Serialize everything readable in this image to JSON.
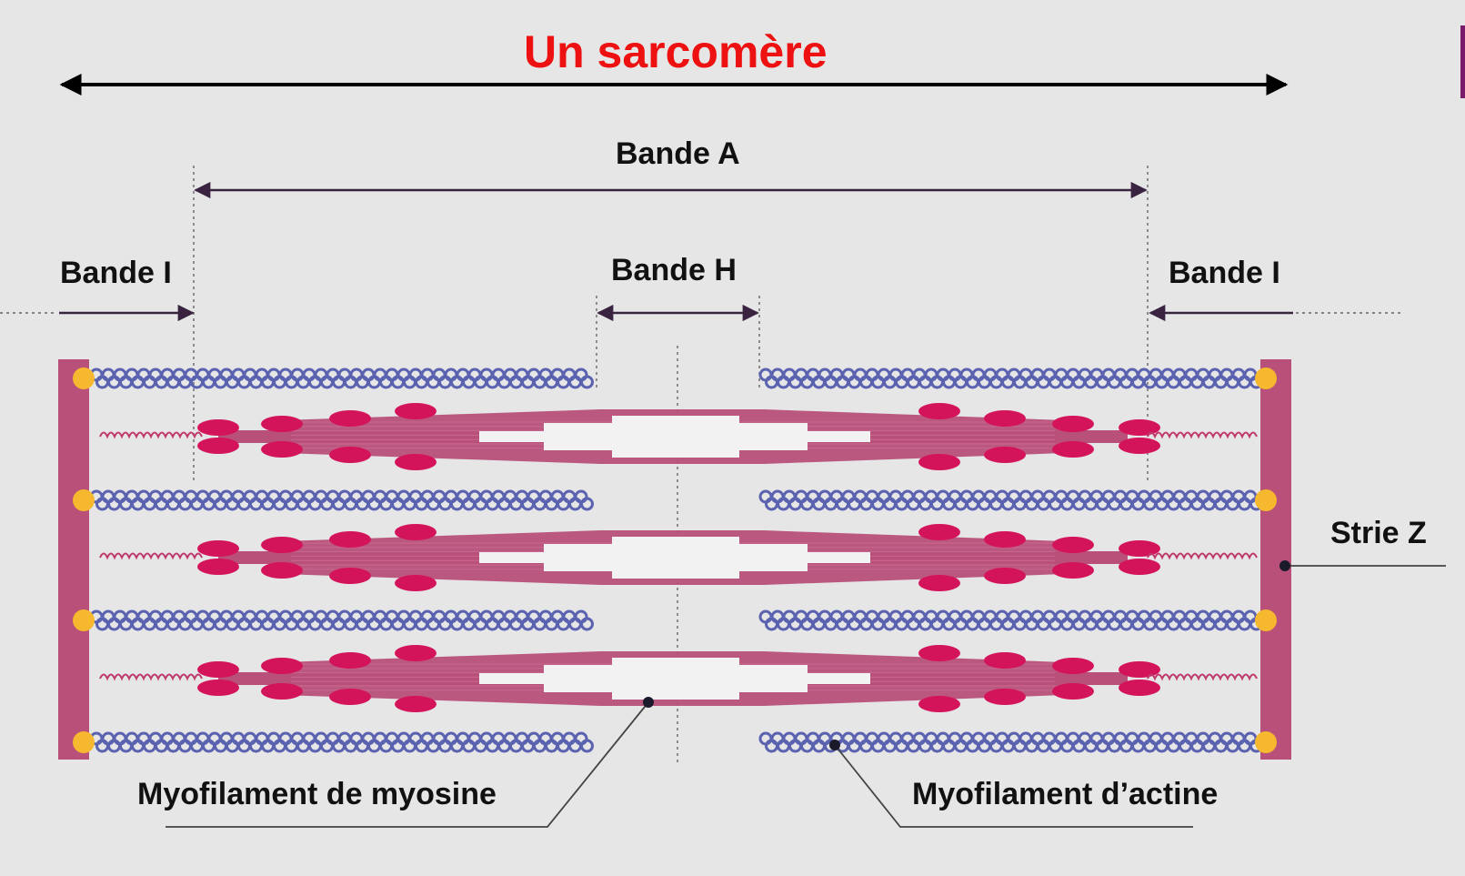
{
  "title": "Un sarcomère",
  "labels": {
    "bande_a": "Bande A",
    "bande_h": "Bande H",
    "bande_i_left": "Bande I",
    "bande_i_right": "Bande I",
    "strie_z": "Strie Z",
    "myosine": "Myofilament de myosine",
    "actine": "Myofilament d’actine"
  },
  "colors": {
    "background": "#e6e6e6",
    "title": "#ee1111",
    "z_disc": "#b8507a",
    "myosin": "#b8507a",
    "myosin_head": "#d4145a",
    "actin": "#5b63b0",
    "anchor": "#f5b82e",
    "titin": "#c0396c",
    "arrows": "#3a2340"
  }
}
